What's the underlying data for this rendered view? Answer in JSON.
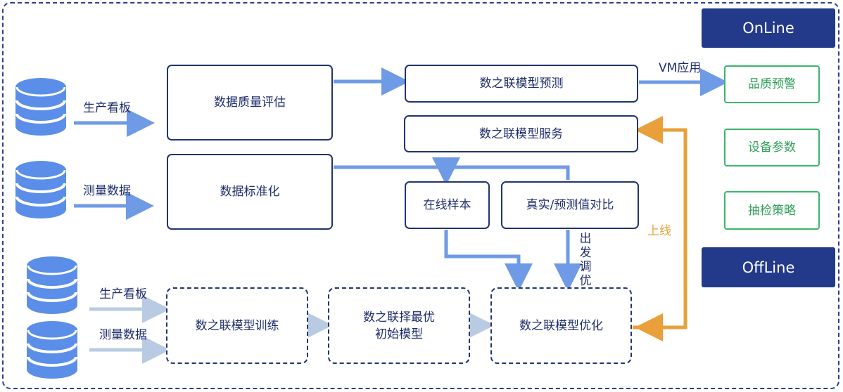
{
  "badges": {
    "online": "OnLine",
    "offline": "OffLine"
  },
  "sources": {
    "production_board": "生产看板",
    "measurement_data": "测量数据",
    "production_board_offline": "生产看板",
    "measurement_data_offline": "测量数据"
  },
  "boxes": {
    "quality_eval": "数据质量评估",
    "standardize": "数据标准化",
    "predict": "数之联模型预测",
    "service": "数之联模型服务",
    "online_sample": "在线样本",
    "compare": "真实/预测值对比",
    "train": "数之联模型训练",
    "select_best": "数之联择最优\n初始模型",
    "optimize": "数之联模型优化"
  },
  "outputs": {
    "quality_alert": "品质预警",
    "equipment_params": "设备参数",
    "sampling_strategy": "抽检策略"
  },
  "edge_labels": {
    "vm_apply": "VM应用",
    "go_online": "上线",
    "trigger_tuning": "出发调优"
  },
  "colors": {
    "frame": "#2a3d8f",
    "navy": "#233a8b",
    "arrow_blue": "#6f9ae6",
    "arrow_light": "#b9cbe3",
    "orange": "#e9a03a",
    "green": "#3ab56a",
    "db": "#5b8ee8"
  }
}
